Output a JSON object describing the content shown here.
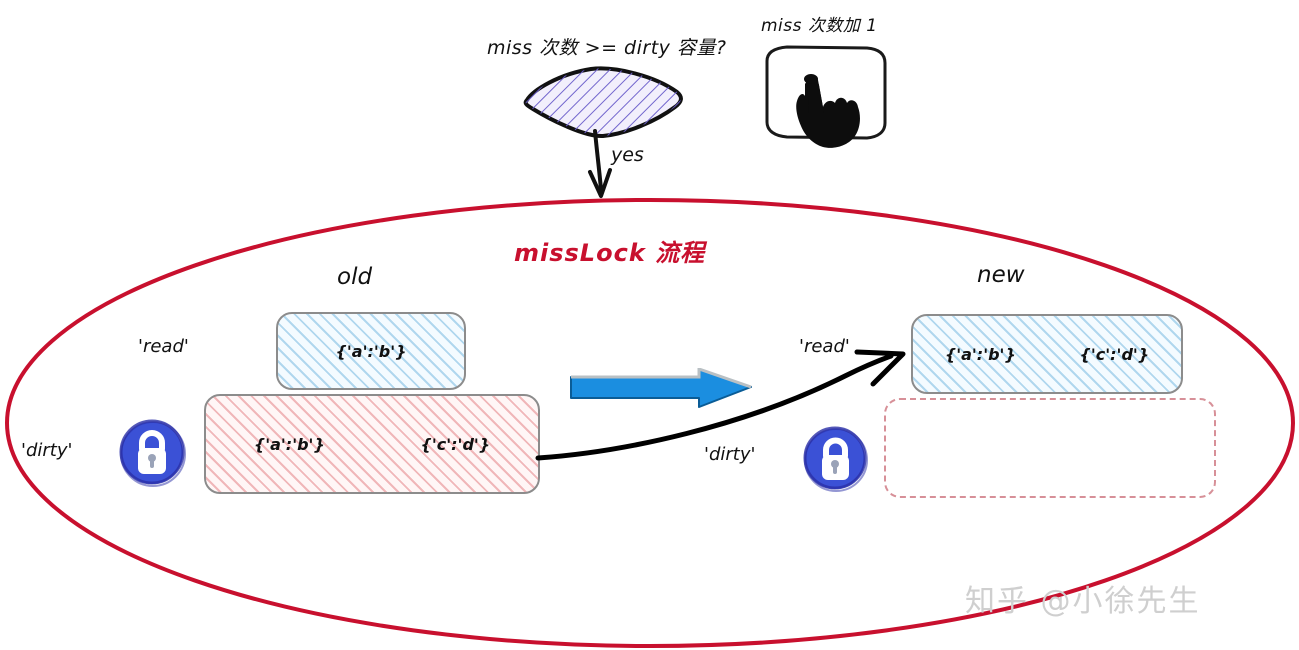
{
  "diagram": {
    "title": "missLock 流程",
    "title_color": "#c8102e",
    "boundary_shape": "ellipse"
  },
  "decision": {
    "question": "miss 次数 >= dirty 容量?",
    "shape": "rhombus",
    "fill_hatch_color": "#6b5ecb",
    "branch_label": "yes"
  },
  "counter_note": {
    "label": "miss 次数加 1",
    "icon": "pointing-hand-cursor-icon"
  },
  "groups": [
    {
      "key": "old",
      "label": "old",
      "tags": {
        "read": "'read'",
        "dirty": "'dirty'"
      },
      "lock_icon": "lock-icon",
      "read_map": {
        "entries": [
          "{'a':'b'}"
        ]
      },
      "dirty_map": {
        "entries": [
          "{'a':'b'}",
          "{'c':'d'}"
        ]
      }
    },
    {
      "key": "new",
      "label": "new",
      "tags": {
        "read": "'read'",
        "dirty": "'dirty'"
      },
      "lock_icon": "lock-icon",
      "read_map": {
        "entries": [
          "{'a':'b'}",
          "{'c':'d'}"
        ]
      },
      "dirty_map": {
        "entries": []
      }
    }
  ],
  "arrows": {
    "transition": "blue-right-arrow-icon",
    "promote": "curved-black-arrow-icon",
    "decision_out": "down-arrow-icon"
  },
  "colors": {
    "accent_red": "#c8102e",
    "blue_arrow": "#1b8ee0",
    "lock_blue": "#3b51d6",
    "read_hatch": "#78b9e1",
    "dirty_hatch": "#e2787d",
    "box_border": "#8c8c8c"
  },
  "watermark": "知乎 @小徐先生"
}
